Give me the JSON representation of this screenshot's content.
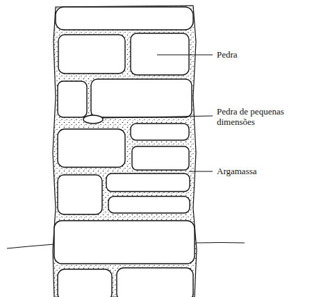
{
  "diagram": {
    "labels": [
      "Pedra",
      "Pedra de pequenas dimensões",
      "Argamassa"
    ]
  }
}
